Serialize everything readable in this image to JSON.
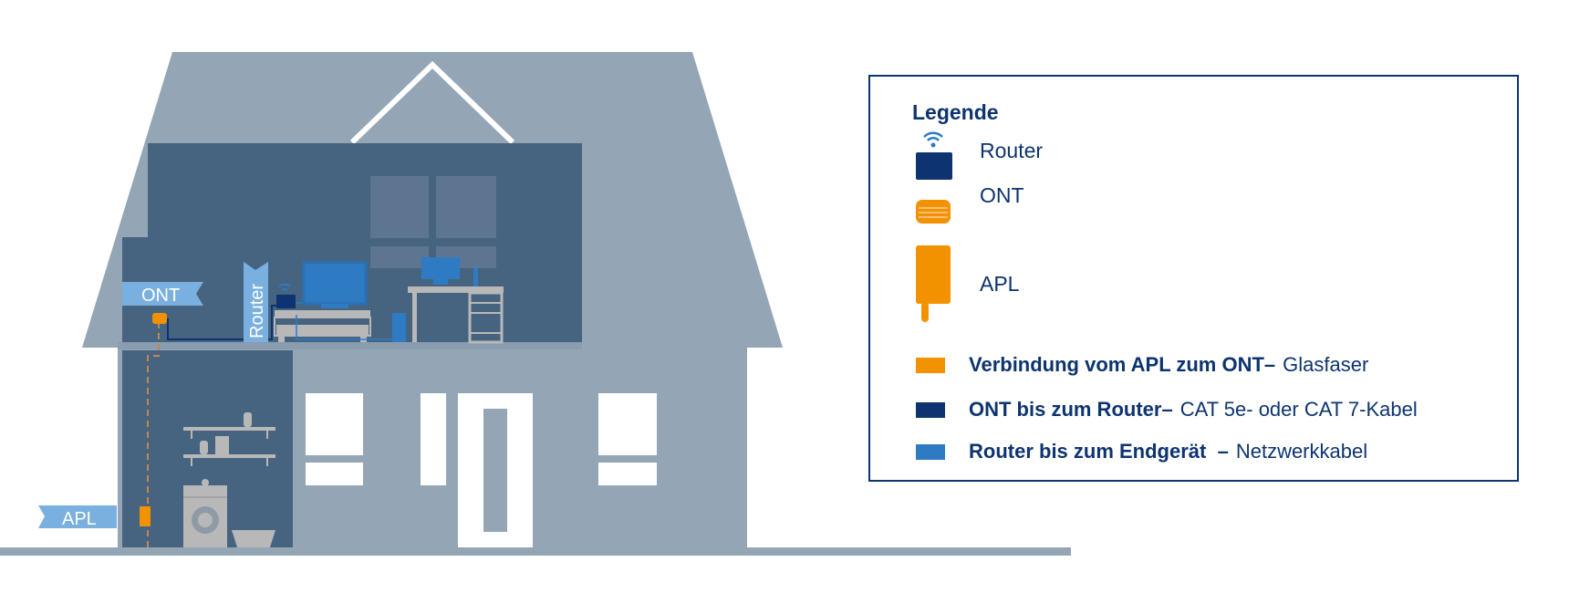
{
  "house": {
    "labels": {
      "ont": "ONT",
      "router": "Router",
      "apl": "APL"
    }
  },
  "legend": {
    "title": "Legende",
    "devices": [
      {
        "label": "Router",
        "icon": "router-icon"
      },
      {
        "label": "ONT",
        "icon": "ont-icon"
      },
      {
        "label": "APL",
        "icon": "apl-icon"
      }
    ],
    "connections": [
      {
        "bold": "Verbindung vom APL zum ONT",
        "dash": " –",
        "normal": "Glasfaser",
        "color": "#f39200"
      },
      {
        "bold": "ONT bis zum Router",
        "dash": " –",
        "normal": "CAT 5e- oder CAT 7-Kabel",
        "color": "#0d3470"
      },
      {
        "bold": "Router bis zum Endgerät",
        "dash": "  –",
        "normal": "Netzwerkkabel",
        "color": "#2e7bc4"
      }
    ]
  }
}
